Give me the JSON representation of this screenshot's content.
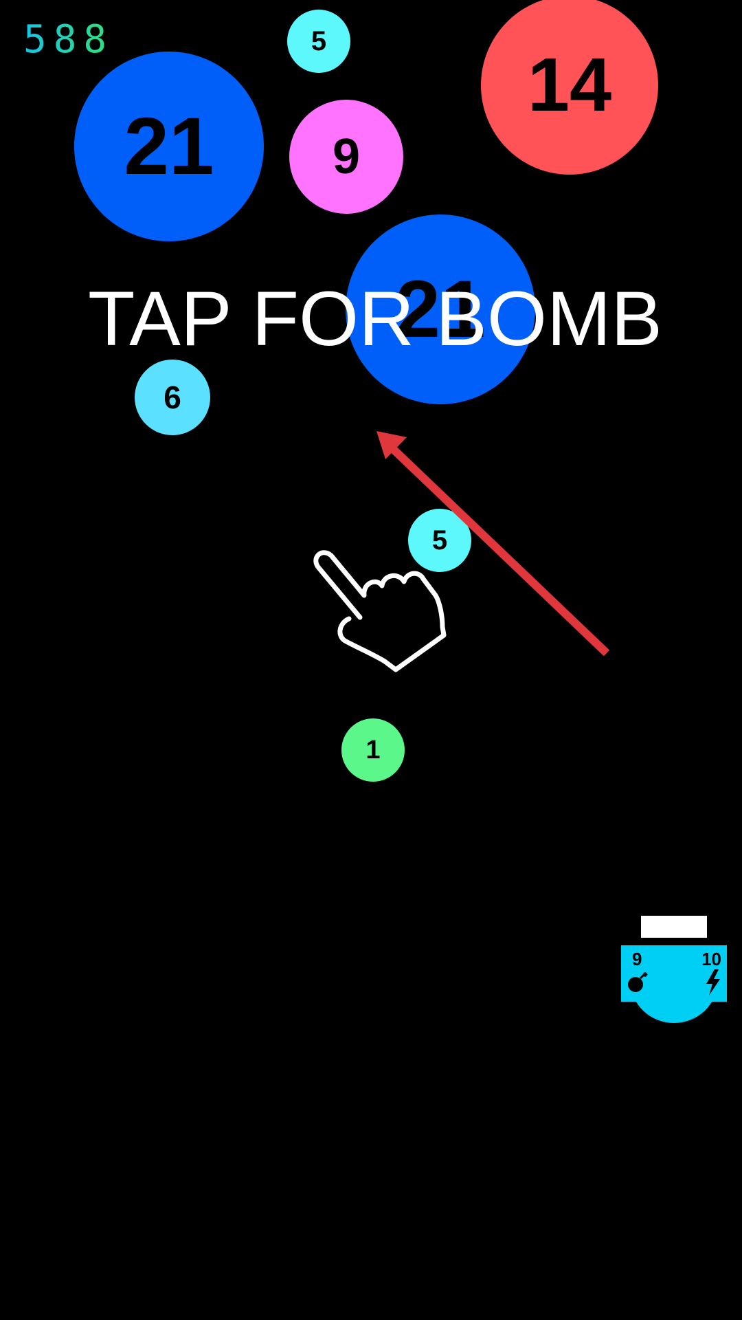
{
  "hud": {
    "score": "588"
  },
  "colors": {
    "background": "#000000",
    "ball_blue": "#005ff9",
    "ball_cyan": "#5cf8fb",
    "ball_red": "#ff5357",
    "ball_pink": "#ff73ff",
    "ball_light_blue": "#5ce0ff",
    "ball_green": "#5cf78b",
    "arrow": "#e0373d",
    "launcher": "#00cff5"
  },
  "balls": [
    {
      "value": "21",
      "color": "ball_blue"
    },
    {
      "value": "5",
      "color": "ball_cyan"
    },
    {
      "value": "14",
      "color": "ball_red"
    },
    {
      "value": "9",
      "color": "ball_pink"
    },
    {
      "value": "21",
      "color": "ball_blue"
    },
    {
      "value": "6",
      "color": "ball_light_blue"
    },
    {
      "value": "5",
      "color": "ball_cyan"
    },
    {
      "value": "1",
      "color": "ball_green"
    }
  ],
  "tutorial": {
    "text": "TAP FOR BOMB",
    "hand_icon": "pointing-hand-icon",
    "arrow_icon": "aim-arrow-icon"
  },
  "launcher": {
    "bomb_count": "9",
    "bolt_count": "10",
    "bomb_icon": "bomb-icon",
    "bolt_icon": "lightning-bolt-icon"
  }
}
